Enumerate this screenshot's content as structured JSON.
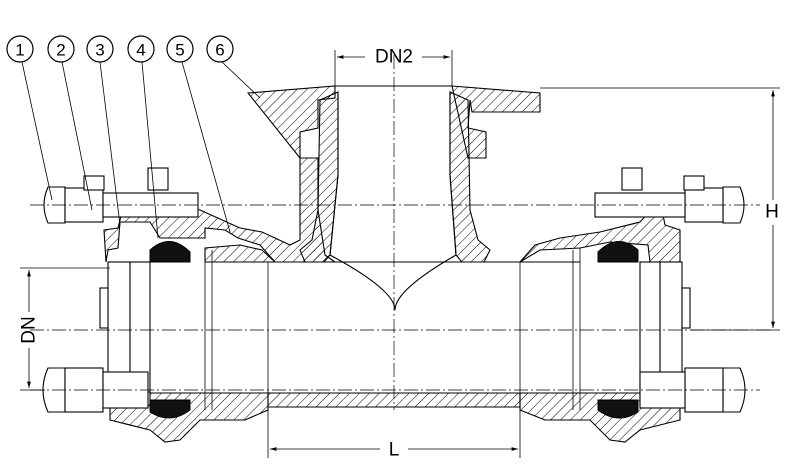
{
  "callouts": [
    {
      "label": "1"
    },
    {
      "label": "2"
    },
    {
      "label": "3"
    },
    {
      "label": "4"
    },
    {
      "label": "5"
    },
    {
      "label": "6"
    }
  ],
  "dimensions": {
    "branch": "DN2",
    "height": "H",
    "main": "DN",
    "length": "L"
  }
}
